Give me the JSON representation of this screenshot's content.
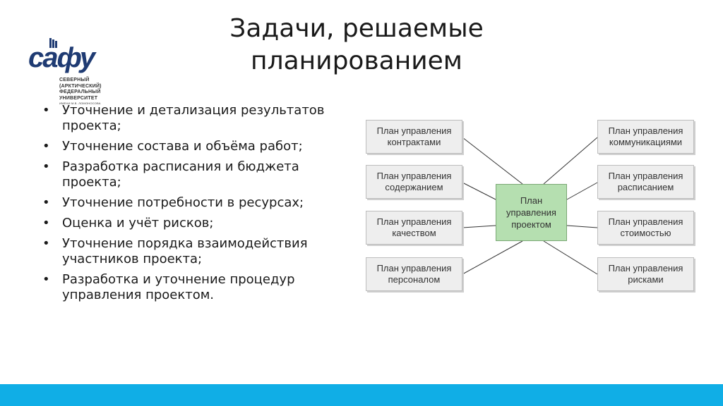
{
  "logo": {
    "word": "сафу",
    "lines": [
      "Северный",
      "(Арктический)",
      "федеральный",
      "университет"
    ],
    "subline": "имени М.В. Ломоносова"
  },
  "title": {
    "line1": "Задачи, решаемые",
    "line2": "планированием"
  },
  "bullets": [
    "Уточнение и детализация результатов проекта;",
    "Уточнение состава и объёма работ;",
    "Разработка расписания и бюджета проекта;",
    "Уточнение потребности в ресурсах;",
    "Оценка и учёт рисков;",
    "Уточнение порядка взаимодействия участников проекта;",
    "Разработка и уточнение процедур управления проектом."
  ],
  "diagram": {
    "center": {
      "line1": "План",
      "line2": "управления",
      "line3": "проектом"
    },
    "left": [
      {
        "line1": "План управления",
        "line2": "контрактами"
      },
      {
        "line1": "План управления",
        "line2": "содержанием"
      },
      {
        "line1": "План управления",
        "line2": "качеством"
      },
      {
        "line1": "План управления",
        "line2": "персоналом"
      }
    ],
    "right": [
      {
        "line1": "План управления",
        "line2": "коммуникациями"
      },
      {
        "line1": "План управления",
        "line2": "расписанием"
      },
      {
        "line1": "План управления",
        "line2": "стоимостью"
      },
      {
        "line1": "План управления",
        "line2": "рисками"
      }
    ]
  },
  "colors": {
    "accent_bar": "#10aee6",
    "center_fill": "#b5dfb0",
    "box_fill": "#eeeeee",
    "logo_blue": "#1f3b73"
  }
}
